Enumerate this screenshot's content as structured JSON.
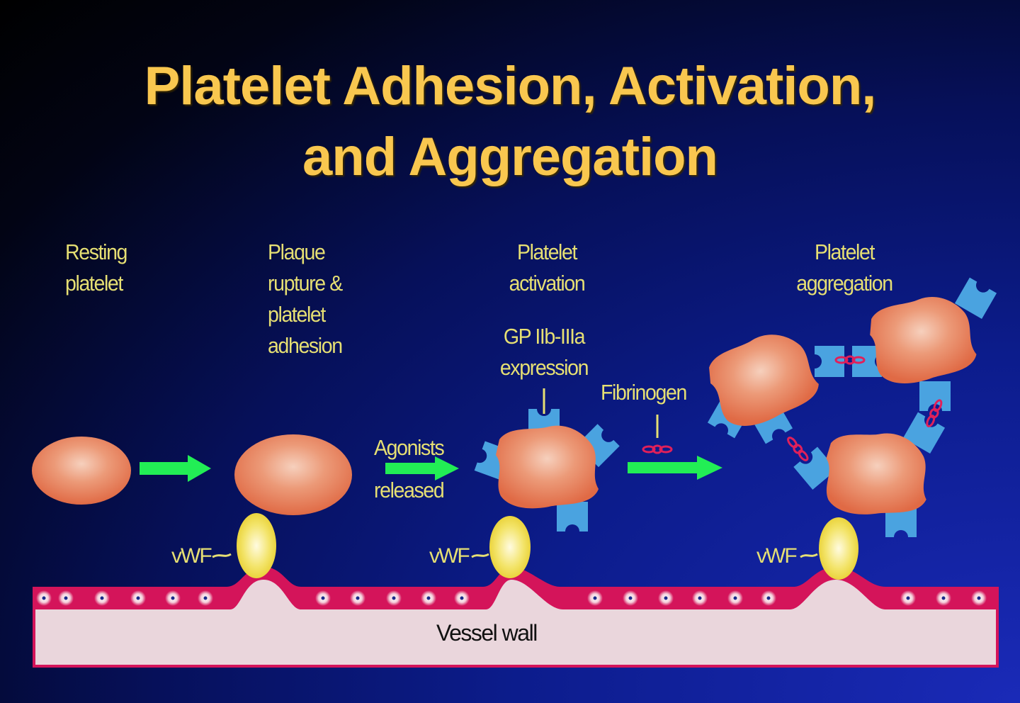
{
  "slide": {
    "title_line1": "Platelet Adhesion, Activation,",
    "title_line2": "and Aggregation"
  },
  "stages": [
    {
      "line1": "Resting",
      "line2": "platelet"
    },
    {
      "line1": "Plaque",
      "line2": "rupture &",
      "line3": "platelet",
      "line4": "adhesion"
    },
    {
      "line1": "Platelet",
      "line2": "activation"
    },
    {
      "line1": "Platelet",
      "line2": "aggregation"
    }
  ],
  "annotations": {
    "gp_line1": "GP IIb-IIIa",
    "gp_line2": "expression",
    "fibrinogen": "Fibrinogen",
    "agonists_line1": "Agonists",
    "agonists_line2": "released",
    "vwf": "vWF",
    "vessel_wall": "Vessel wall"
  },
  "colors": {
    "title": "#f9c74f",
    "label": "#e6df73",
    "platelet": "#e07a55",
    "receptor": "#4aa3e0",
    "vwf": "#f0e050",
    "arrow": "#22ee55",
    "endothelium": "#d4145a",
    "vessel_wall": "#ead6dc",
    "fibrinogen": "#e0205a"
  }
}
